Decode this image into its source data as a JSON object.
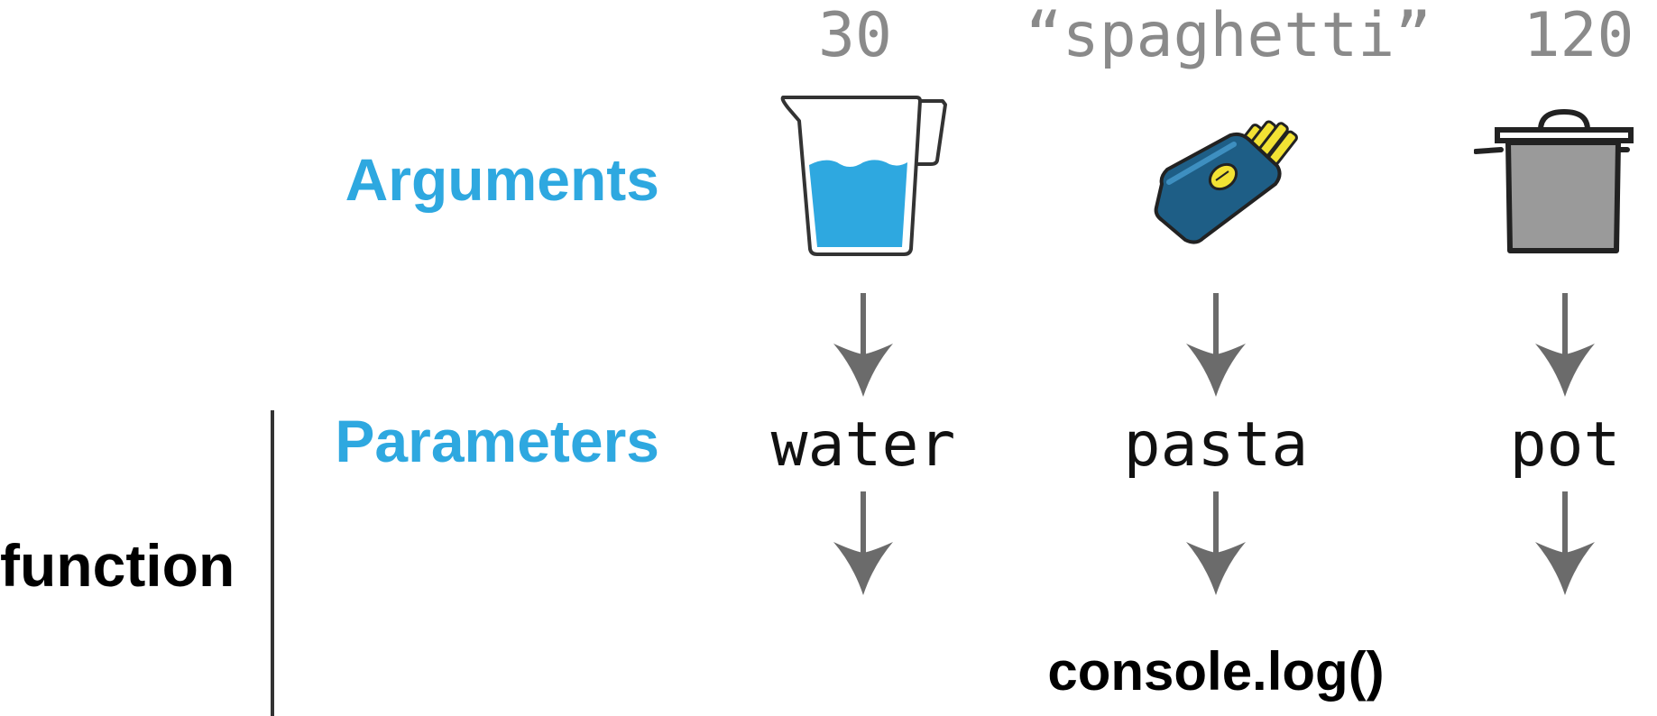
{
  "labels": {
    "arguments": "Arguments",
    "parameters": "Parameters",
    "function": "function",
    "call": "console.log()"
  },
  "arguments": [
    {
      "value": "30",
      "icon": "water-jug-icon"
    },
    {
      "value": "“spaghetti”",
      "icon": "pasta-pack-icon"
    },
    {
      "value": "120",
      "icon": "cooking-pot-icon"
    }
  ],
  "parameters": [
    "water",
    "pasta",
    "pot"
  ],
  "colors": {
    "accent": "#2EA8E0",
    "arrow": "#6b6b6b",
    "argument_text": "#8a8a8a",
    "text": "#111111",
    "water": "#2EA8E0",
    "pasta_pack": "#1E5E86",
    "pasta": "#F2E234",
    "pot": "#9a9a9a"
  }
}
